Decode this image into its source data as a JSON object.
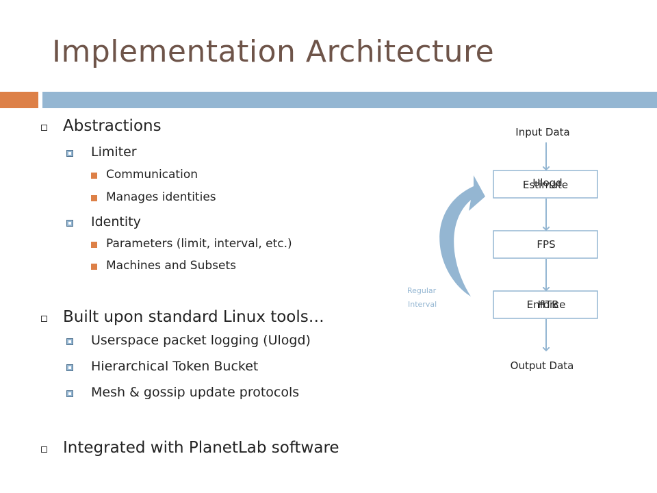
{
  "slide": {
    "title": "Implementation Architecture",
    "bullets": [
      {
        "text": "Abstractions",
        "children": [
          {
            "text": "Limiter",
            "children": [
              "Communication",
              "Manages identities"
            ]
          },
          {
            "text": "Identity",
            "children": [
              "Parameters (limit, interval, etc.)",
              "Machines and Subsets"
            ]
          }
        ]
      },
      {
        "text": "Built upon standard Linux tools…",
        "children": [
          {
            "text": "Userspace packet logging (Ulogd)",
            "children": []
          },
          {
            "text": "Hierarchical Token Bucket",
            "children": []
          },
          {
            "text": "Mesh & gossip update protocols",
            "children": []
          }
        ]
      },
      {
        "text": "Integrated with PlanetLab software",
        "children": []
      }
    ]
  },
  "diagram": {
    "input_label": "Input Data",
    "output_label": "Output Data",
    "stages": [
      {
        "label_front": "Ulogd",
        "label_back": "Estimate"
      },
      {
        "label_front": "FPS",
        "label_back": ""
      },
      {
        "label_front": "HTB",
        "label_back": "Enforce"
      }
    ],
    "cycle_label_line1": "Regular",
    "cycle_label_line2": "Interval",
    "colors": {
      "box_border": "#94b6d2",
      "arrow": "#94b6d2",
      "cycle_label": "#94b6d2",
      "text": "#222222"
    }
  }
}
